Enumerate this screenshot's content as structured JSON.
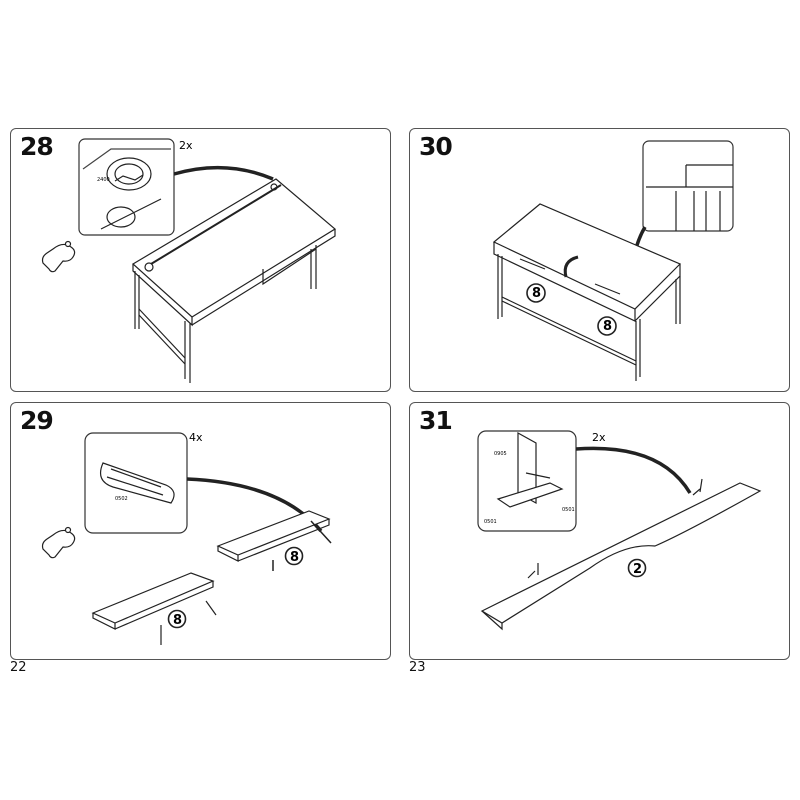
{
  "pages": {
    "left": "22",
    "right": "23"
  },
  "steps": [
    {
      "number": "28",
      "quantity": "2x",
      "part_code": "2400",
      "callouts": []
    },
    {
      "number": "30",
      "quantity": "",
      "part_code": "",
      "callouts": [
        "8",
        "8"
      ]
    },
    {
      "number": "29",
      "quantity": "4x",
      "part_code": "0502",
      "callouts": [
        "8",
        "8"
      ]
    },
    {
      "number": "31",
      "quantity": "2x",
      "part_codes": [
        "0905",
        "0501",
        "0501"
      ],
      "callouts": [
        "2"
      ]
    }
  ],
  "icons": {
    "hand_step28": "hand-icon",
    "hand_step29": "hand-icon"
  },
  "colors": {
    "line": "#222222",
    "border": "#555555"
  }
}
